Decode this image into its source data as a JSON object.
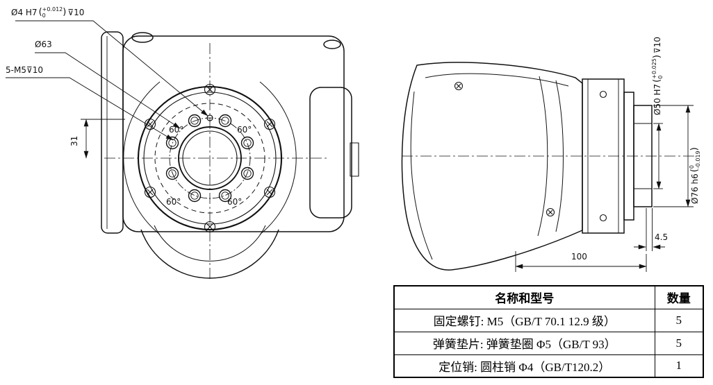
{
  "front_view": {
    "dowel_dim": {
      "main": "Ø4 H7",
      "tol_upper": "+0.012",
      "tol_lower": "0",
      "depth": "⊽10"
    },
    "bolt_circle_dim": "Ø63",
    "thread_dim": "5-M5⊽10",
    "offset_dim": "31",
    "angle_labels": [
      "60°",
      "60°",
      "60°",
      "60°"
    ]
  },
  "side_view": {
    "bore_dim": {
      "main": "Ø50 H7",
      "tol_upper": "+0.025",
      "tol_lower": "0",
      "depth": "⊽10"
    },
    "spigot_dim": {
      "main": "Ø76 h6",
      "tol_upper": "0",
      "tol_lower": "-0.019"
    },
    "lip_dim": "4.5",
    "length_dim": "100"
  },
  "parts_table": {
    "header": [
      "名称和型号",
      "数量"
    ],
    "rows": [
      [
        "固定螺钉: M5（GB/T 70.1 12.9 级）",
        "5"
      ],
      [
        "弹簧垫片: 弹簧垫圈 Φ5（GB/T 93）",
        "5"
      ],
      [
        "定位销: 圆柱销 Φ4（GB/T120.2）",
        "1"
      ]
    ]
  }
}
